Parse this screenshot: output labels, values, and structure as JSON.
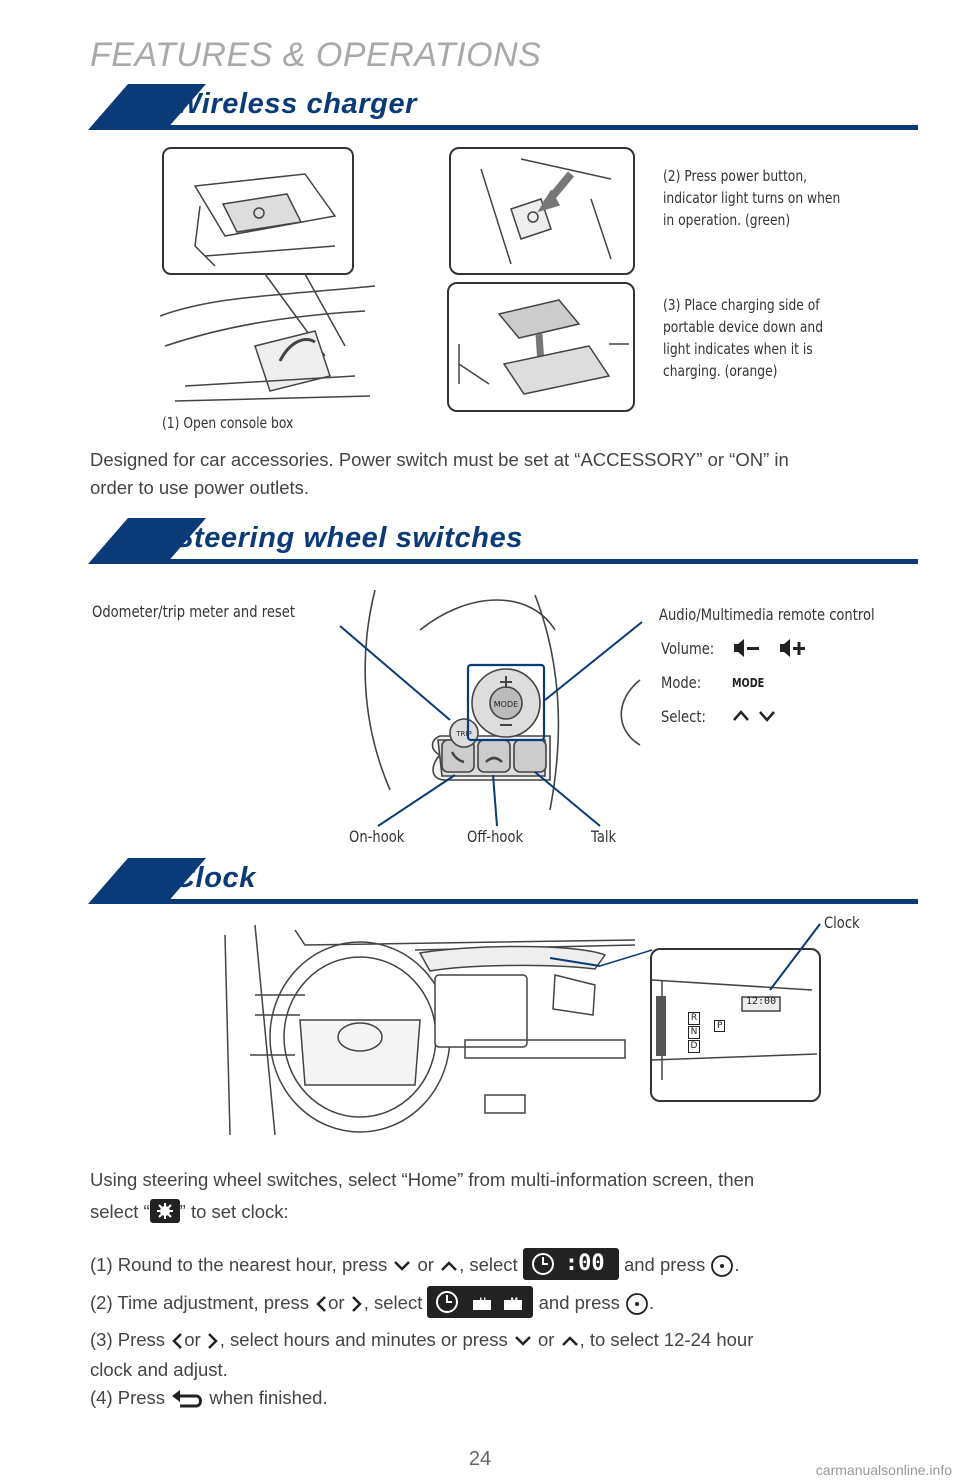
{
  "header": {
    "title": "FEATURES & OPERATIONS"
  },
  "colors": {
    "brand": "#0a3a78",
    "header_gray": "#a7a9ac",
    "text": "#444444"
  },
  "wireless": {
    "title": "Wireless charger",
    "step1": "(1) Open console box",
    "step2": [
      "(2) Press power button,",
      "indicator light turns on when",
      "in operation. (green)"
    ],
    "step3": [
      "(3) Place charging side of",
      "portable device down and",
      "light indicates when it is",
      "charging. (orange)"
    ],
    "body": [
      "Designed for car accessories. Power switch must be set at “ACCESSORY” or “ON” in",
      "order to use power outlets."
    ]
  },
  "steering": {
    "title": "Steering wheel switches",
    "odometer": "Odometer/trip meter and reset",
    "audio": "Audio/Multimedia remote control",
    "volume": "Volume:",
    "mode": "Mode:",
    "mode_icon_text": "MODE",
    "select": "Select:",
    "on_hook": "On-hook",
    "off_hook": "Off-hook",
    "talk": "Talk",
    "trip_btn": "TRIP",
    "mode_btn": "MODE"
  },
  "clock": {
    "title": "Clock",
    "callout": "Clock",
    "display_time": "12:00",
    "gears": [
      "R",
      "N",
      "D"
    ],
    "park": "P",
    "intro_1": "Using steering wheel switches, select “Home” from multi-information screen, then",
    "intro_2a": "select “",
    "intro_2b": "” to set clock:",
    "s1a": "(1) Round to the nearest hour, press",
    "s1b": "or",
    "s1c": ", select",
    "s1d": "and press",
    "s1e": ".",
    "s1_box": ":00",
    "s2a": "(2) Time adjustment, press",
    "s2b": "or",
    "s2c": ", select",
    "s2d": "and press",
    "s2e": ".",
    "s2_h": "H",
    "s2_m": "M",
    "s3a": "(3) Press",
    "s3b": "or",
    "s3c": ", select hours and minutes or press",
    "s3d": "or",
    "s3e": ", to select 12-24 hour",
    "s3f": "clock and adjust.",
    "s4a": "(4) Press",
    "s4b": "when finished."
  },
  "footer": {
    "page_number": "24",
    "watermark": "carmanualsonline.info"
  }
}
